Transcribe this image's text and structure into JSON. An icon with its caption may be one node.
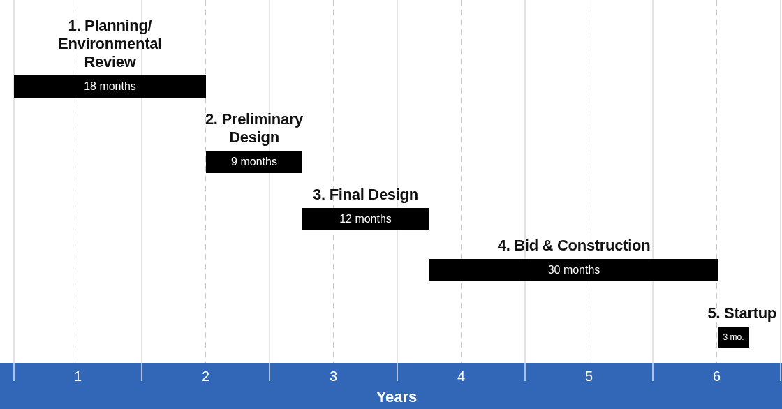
{
  "diagram": {
    "nodes": [
      {
        "text": [
          "1. Planning/ Environmental Review",
          "18 months"
        ]
      },
      {
        "text": [
          "2. Preliminary Design",
          "9 months"
        ]
      },
      {
        "text": [
          "3. Final Design",
          "12 months"
        ]
      },
      {
        "text": [
          "4. Bid & Construction",
          "30 months"
        ]
      },
      {
        "text": [
          "5. Startup",
          "3 mo."
        ]
      }
    ],
    "labels": [
      "1",
      "2",
      "3",
      "4",
      "5",
      "6",
      "Years"
    ]
  }
}
